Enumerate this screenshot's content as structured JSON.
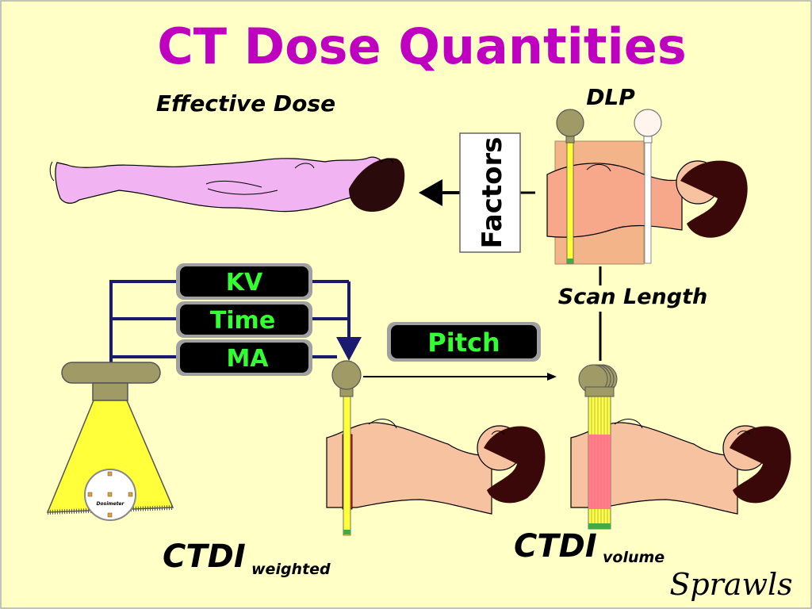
{
  "title": "CT Dose Quantities",
  "labels": {
    "effective_dose": "Effective Dose",
    "dlp": "DLP",
    "factors": "Factors",
    "scan_length": "Scan Length",
    "ctdi_w_main": "CTDI",
    "ctdi_w_sub": "weighted",
    "ctdi_v_main": "CTDI",
    "ctdi_v_sub": "volume",
    "dosimeter": "Dosimeter"
  },
  "parameters": {
    "kv": "KV",
    "time": "Time",
    "ma": "MA",
    "pitch": "Pitch"
  },
  "signature": "Sprawls",
  "colors": {
    "background": "#ffffc6",
    "title": "#c000c0",
    "button_text": "#33ff33",
    "connector": "#1a1a6e",
    "skin": "#f7c2a0",
    "effective_body": "#f2b3f2",
    "beam": "#ffff3a",
    "ctdi_slice": "#e82020",
    "volume_slice": "#ff7090"
  }
}
